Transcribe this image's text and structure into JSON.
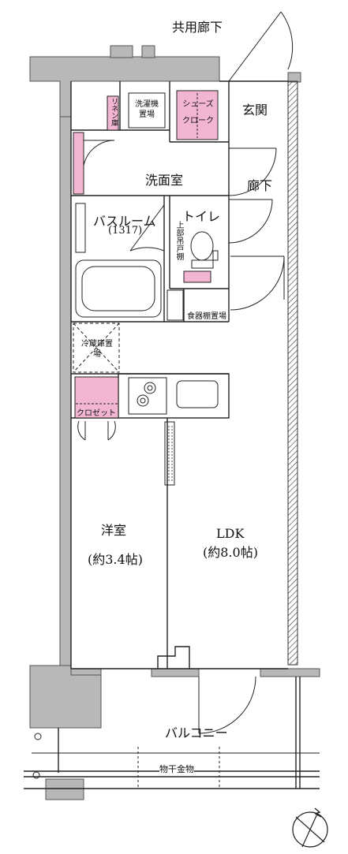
{
  "labels": {
    "common_corridor": "共用廊下",
    "entrance": "玄関",
    "corridor": "廊下",
    "shoe_cloak": "シューズクローク",
    "linen": "リネン庫",
    "washer": "洗濯機置場",
    "washroom": "洗面室",
    "bathroom": "バスルーム",
    "bath_size": "(1317)",
    "toilet": "トイレ",
    "upper_shelf": "上部吊戸棚",
    "dish_shelf": "食器棚置場",
    "fridge": "冷蔵庫置場",
    "closet": "クロゼット",
    "western_room": "洋室",
    "western_size": "(約3.4帖)",
    "ldk": "LDK",
    "ldk_size": "(約8.0帖)",
    "balcony": "バルコニー",
    "drying": "物干金物"
  },
  "colors": {
    "wall": "#b8b8b8",
    "wall_stroke": "#555555",
    "pink": "#f2b6d2",
    "line": "#222222"
  },
  "icons": [
    "compass-icon",
    "door-swing-icon",
    "stove-burner-icon",
    "sink-icon",
    "toilet-icon",
    "bathtub-icon"
  ]
}
